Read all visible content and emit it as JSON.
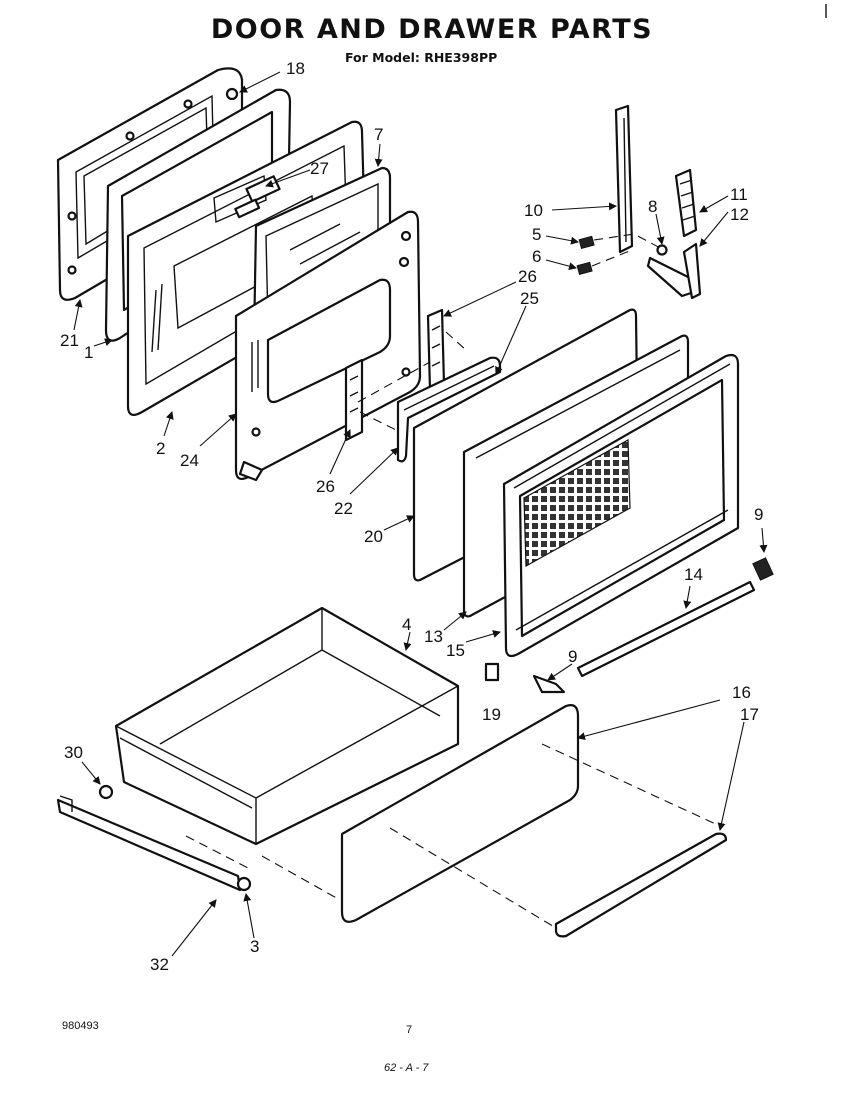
{
  "header": {
    "title": "DOOR AND DRAWER PARTS",
    "model": "For Model: RHE398PP"
  },
  "callouts": [
    "18",
    "7",
    "27",
    "10",
    "8",
    "11",
    "12",
    "5",
    "6",
    "26",
    "25",
    "21",
    "1",
    "2",
    "24",
    "26",
    "22",
    "20",
    "9",
    "14",
    "4",
    "13",
    "15",
    "9",
    "19",
    "16",
    "17",
    "30",
    "3",
    "32"
  ],
  "footer": {
    "code": "980493",
    "page": "7",
    "stamp": "62 - A - 7"
  }
}
